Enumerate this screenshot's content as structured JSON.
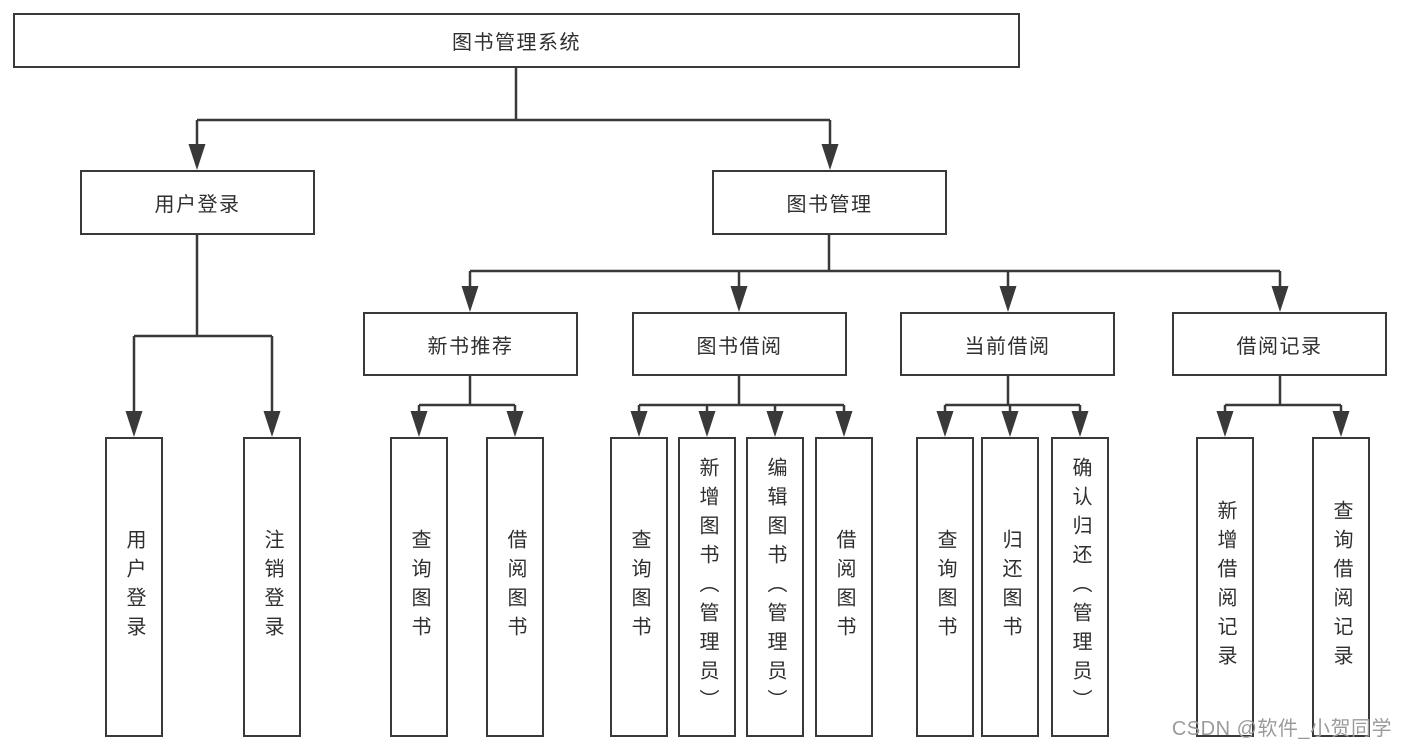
{
  "diagram": {
    "root": {
      "label": "图书管理系统"
    },
    "branches": [
      {
        "label": "用户登录",
        "children": [
          {
            "label": "用户登录"
          },
          {
            "label": "注销登录"
          }
        ]
      },
      {
        "label": "图书管理",
        "children": [
          {
            "label": "新书推荐",
            "children": [
              {
                "label": "查询图书"
              },
              {
                "label": "借阅图书"
              }
            ]
          },
          {
            "label": "图书借阅",
            "children": [
              {
                "label": "查询图书"
              },
              {
                "label": "新增图书（管理员）"
              },
              {
                "label": "编辑图书（管理员）"
              },
              {
                "label": "借阅图书"
              }
            ]
          },
          {
            "label": "当前借阅",
            "children": [
              {
                "label": "查询图书"
              },
              {
                "label": "归还图书"
              },
              {
                "label": "确认归还（管理员）"
              }
            ]
          },
          {
            "label": "借阅记录",
            "children": [
              {
                "label": "新增借阅记录"
              },
              {
                "label": "查询借阅记录"
              }
            ]
          }
        ]
      }
    ]
  },
  "watermark": {
    "text": "CSDN @软件_小贺同学",
    "color": "#9b9b9b"
  },
  "colors": {
    "line": "#393939",
    "text": "#2f2f2f",
    "background": "#ffffff"
  }
}
